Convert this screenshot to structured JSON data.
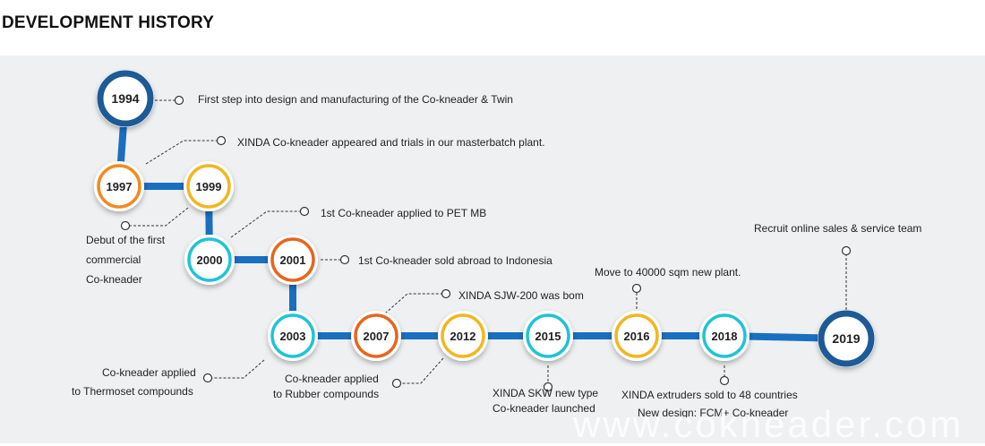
{
  "header": {
    "title": "DEVELOPMENT HISTORY"
  },
  "milestones": [
    {
      "year": "1994",
      "color": "#1d5a96",
      "big": true
    },
    {
      "year": "1997",
      "color": "#f28a1e"
    },
    {
      "year": "1999",
      "color": "#f2b61e"
    },
    {
      "year": "2000",
      "color": "#1fc3d8"
    },
    {
      "year": "2001",
      "color": "#e8651c"
    },
    {
      "year": "2003",
      "color": "#1fc3d8"
    },
    {
      "year": "2007",
      "color": "#e8651c"
    },
    {
      "year": "2012",
      "color": "#f2b61e"
    },
    {
      "year": "2015",
      "color": "#1fc3d8"
    },
    {
      "year": "2016",
      "color": "#f2b61e"
    },
    {
      "year": "2018",
      "color": "#1fc3d8"
    },
    {
      "year": "2019",
      "color": "#1d5a96",
      "big": true
    }
  ],
  "events": {
    "e1994": "First step into design and manufacturing of the Co-kneader & Twin",
    "e1999": "XINDA Co-kneader appeared and trials in our masterbatch plant.",
    "e1997_l1": "Debut of the first",
    "e1997_l2": "commercial",
    "e1997_l3": "Co-kneader",
    "e2000": "1st Co-kneader applied to PET MB",
    "e2001": "1st Co-kneader sold abroad to Indonesia",
    "e2007": "XINDA SJW-200 was bom",
    "e2003_l1": "Co-kneader applied",
    "e2003_l2": "to Thermoset compounds",
    "e2012_l1": "Co-kneader applied",
    "e2012_l2": "to Rubber compounds",
    "e2015_l1": "XINDA SKW new type",
    "e2015_l2": "Co-kneader launched",
    "e2016": "Move to 40000 sqm new plant.",
    "e2018_l1": "XINDA extruders sold to 48 countries",
    "e2018_l2": "New design: FCM+ Co-kneader",
    "e2019": "Recruit online sales & service team"
  },
  "watermark": "www.cokneader.com",
  "colors": {
    "line": "#1a6fbf",
    "panel": "#eef0f2"
  }
}
